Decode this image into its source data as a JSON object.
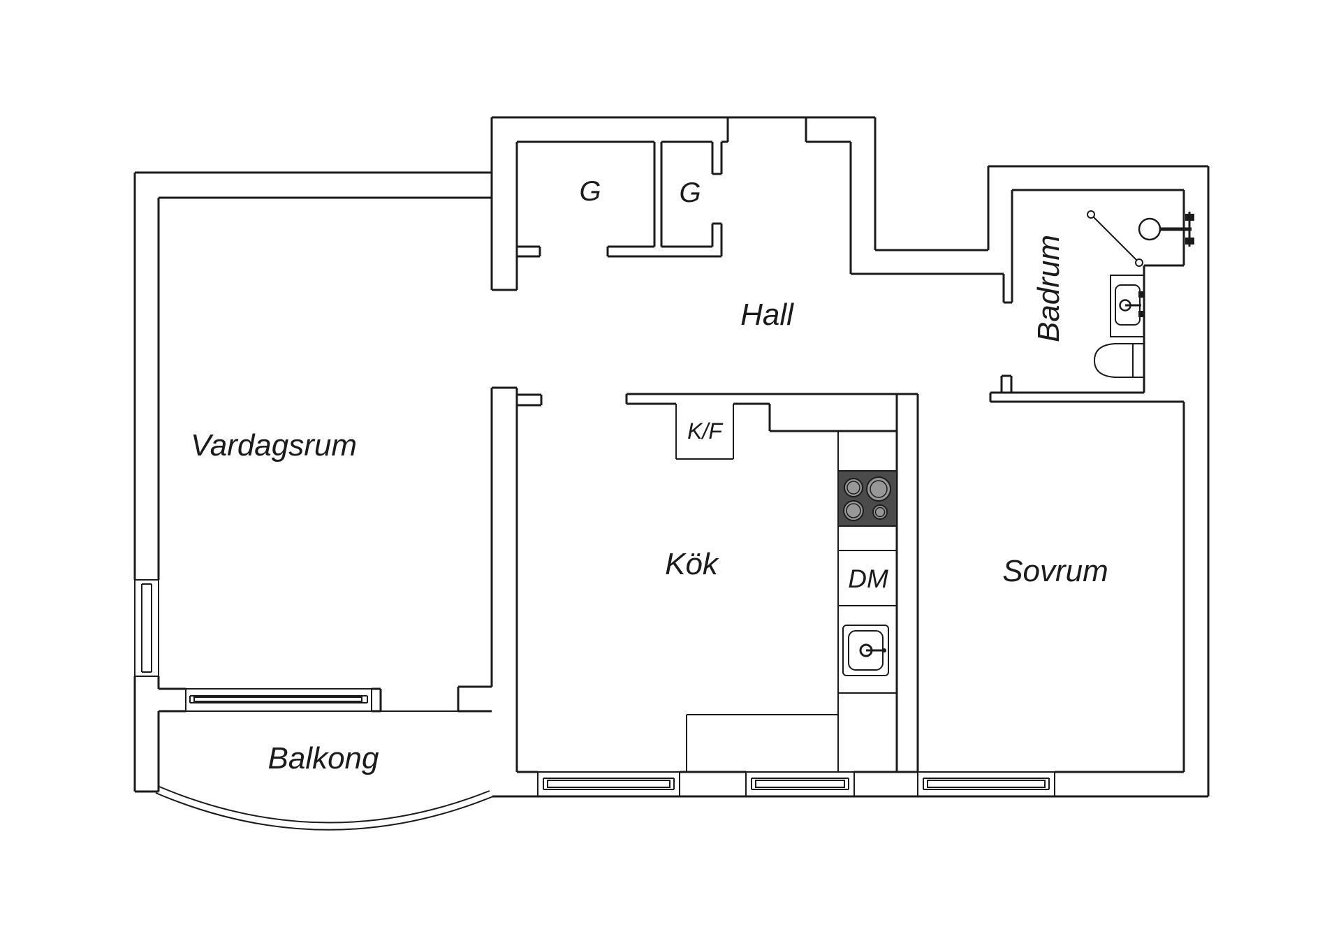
{
  "plan": {
    "title": "Apartment floor plan",
    "rooms": {
      "living_room": "Vardagsrum",
      "hall": "Hall",
      "kitchen": "Kök",
      "bedroom": "Sovrum",
      "bathroom": "Badrum",
      "balcony": "Balkong",
      "closet_left": "G",
      "closet_right": "G"
    },
    "appliances": {
      "fridge_freezer": "K/F",
      "dishwasher": "DM"
    },
    "fixtures": [
      "stove-icon",
      "kitchen-sink-icon",
      "bathroom-sink-icon",
      "toilet-icon",
      "shower-icon",
      "window-glyph",
      "radiator-glyph",
      "balcony-railing-arc"
    ],
    "colors": {
      "line": "#1b1b1b",
      "background": "#ffffff",
      "stove_plate": "#4b4b4b",
      "burner": "#989898"
    }
  }
}
